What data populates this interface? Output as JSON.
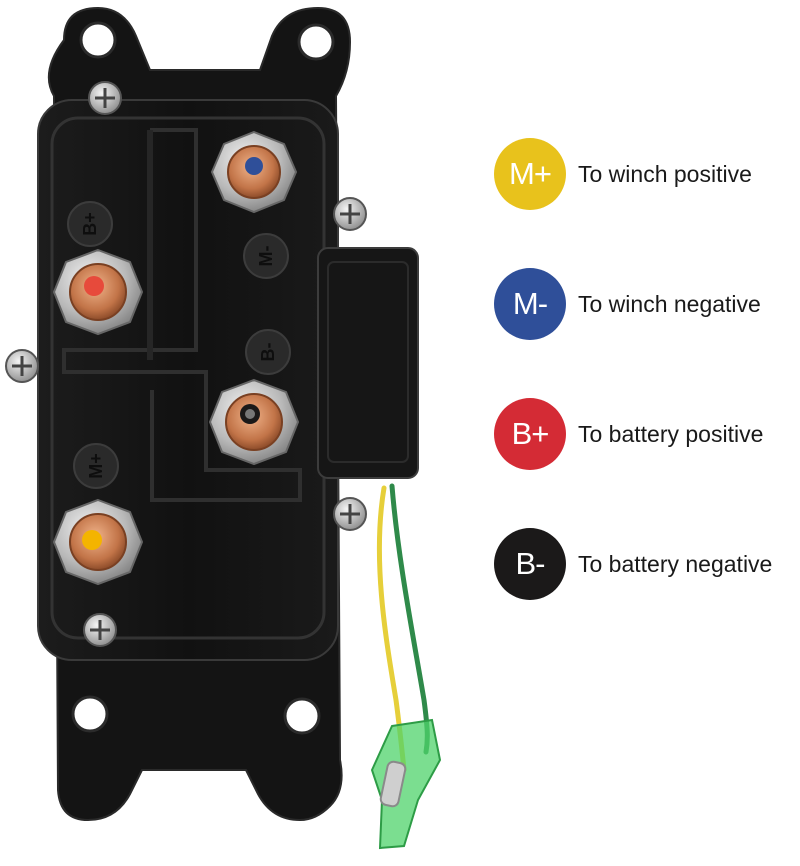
{
  "colors": {
    "yellow": "#e8c21c",
    "blue": "#2f4f99",
    "red": "#d42b35",
    "black": "#1b1919"
  },
  "legend": [
    {
      "badge": "M+",
      "description": "To winch positive",
      "color": "#e8c21c"
    },
    {
      "badge": "M-",
      "description": "To winch negative",
      "color": "#2f4f99"
    },
    {
      "badge": "B+",
      "description": "To battery positive",
      "color": "#d42b35"
    },
    {
      "badge": "B-",
      "description": "To battery negative",
      "color": "#1b1919"
    }
  ],
  "embossed_labels": {
    "b_plus": "B+",
    "m_minus": "M-",
    "b_minus": "B-",
    "m_plus": "M+"
  }
}
